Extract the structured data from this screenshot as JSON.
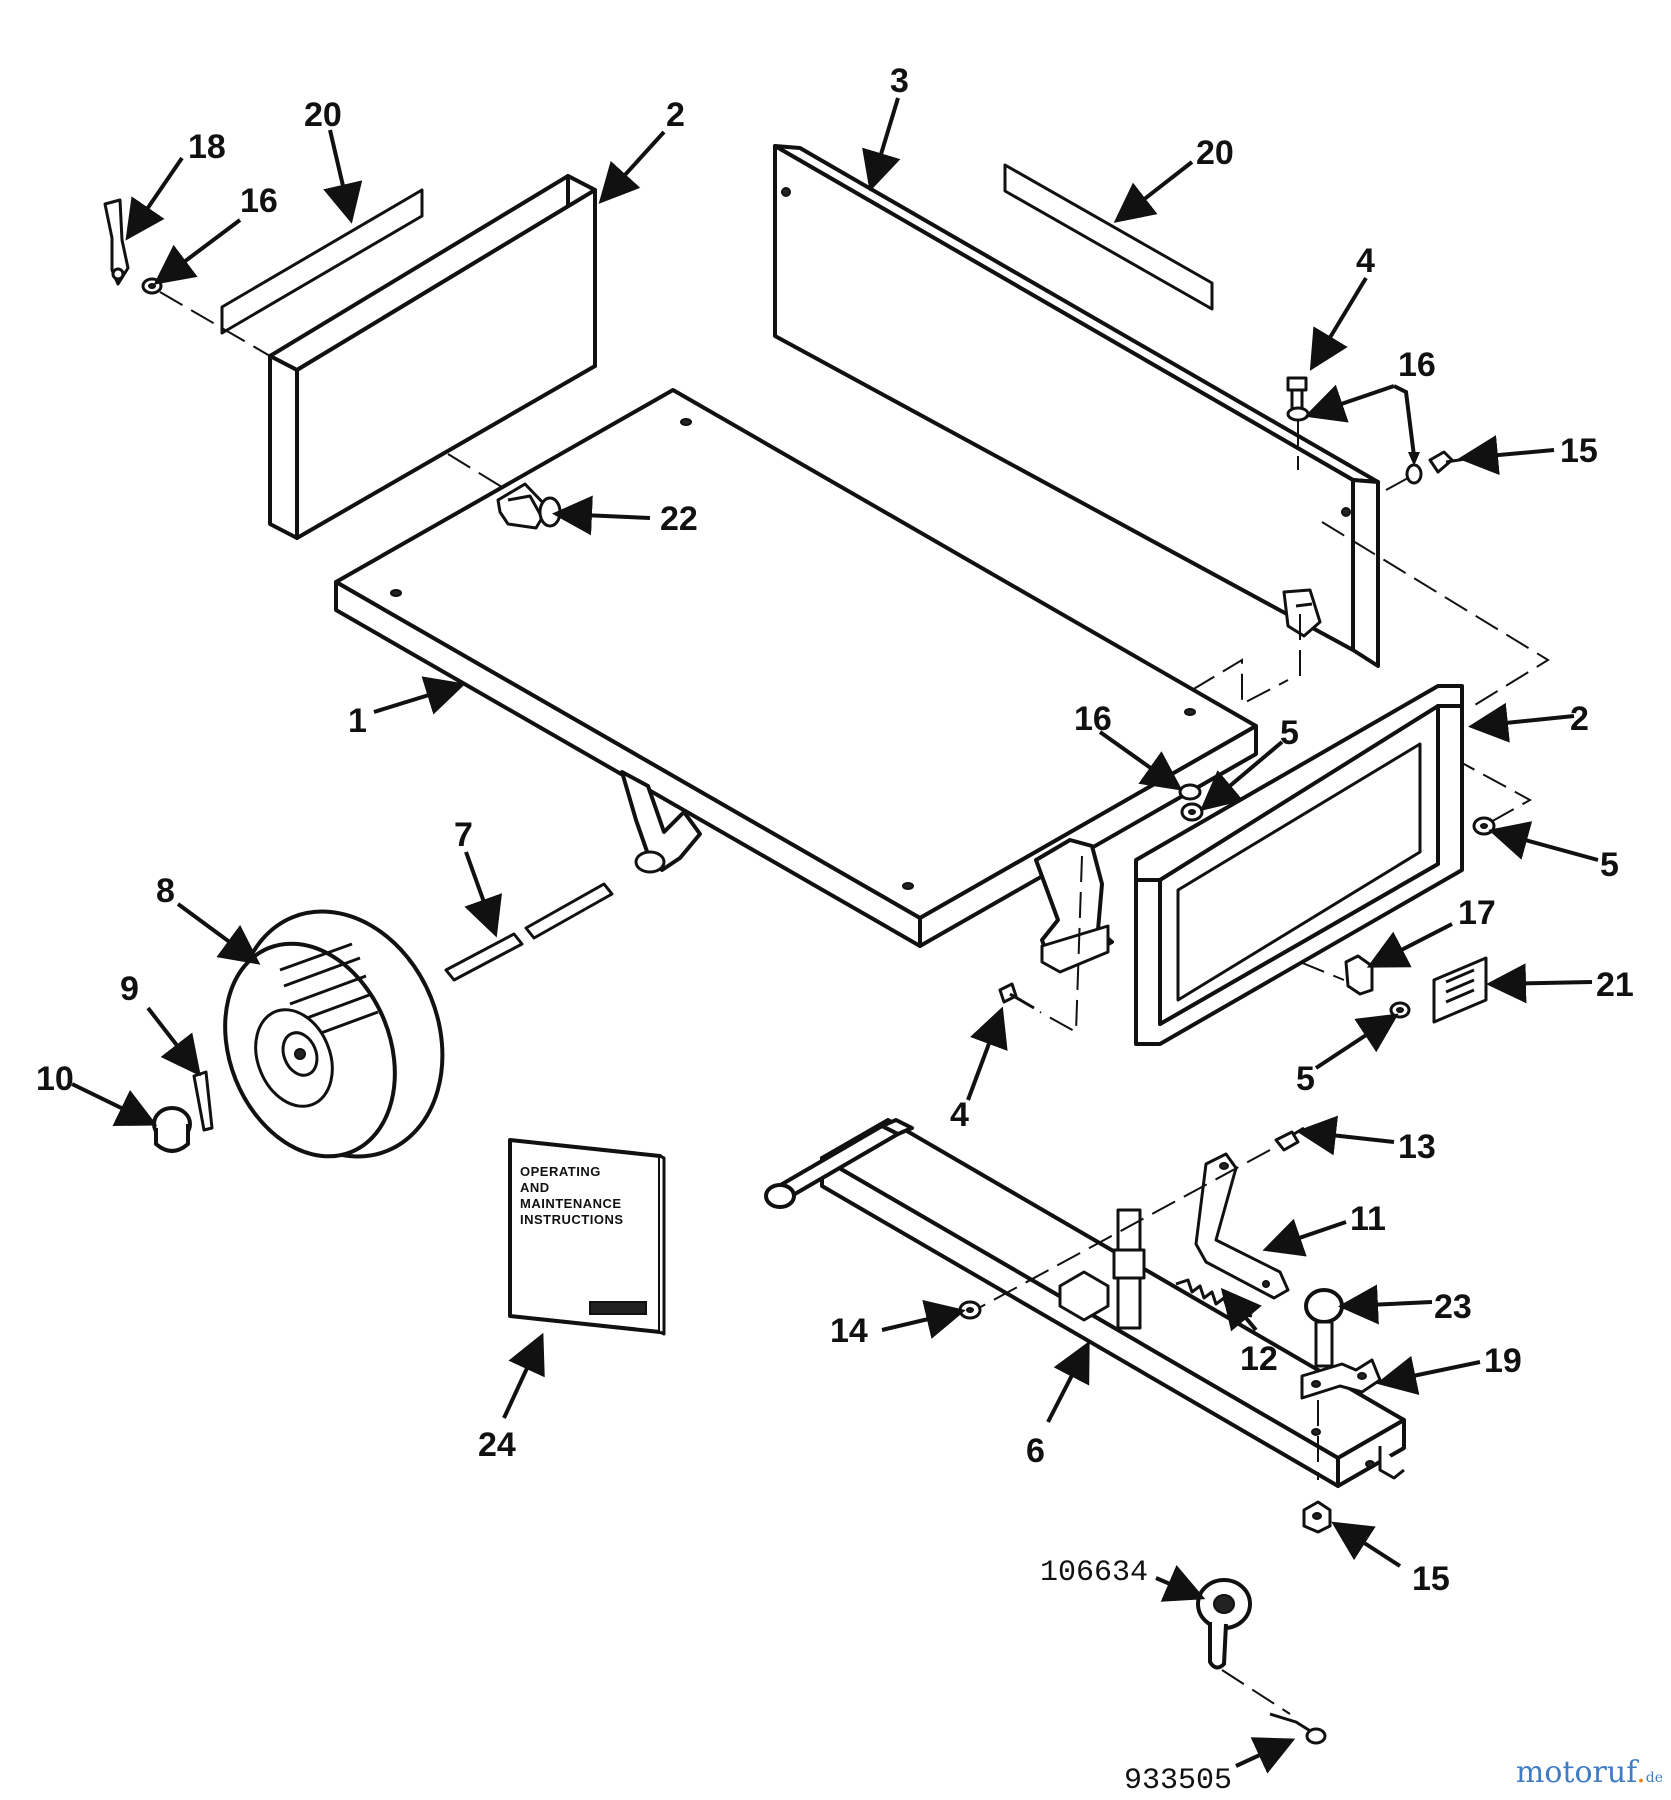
{
  "title": "Dump cart parts diagram",
  "labels": {
    "p1": "1",
    "p2a": "2",
    "p2b": "2",
    "p3": "3",
    "p4a": "4",
    "p4b": "4",
    "p5a": "5",
    "p5b": "5",
    "p5c": "5",
    "p6": "6",
    "p7": "7",
    "p8": "8",
    "p9": "9",
    "p10": "10",
    "p11": "11",
    "p12": "12",
    "p13": "13",
    "p14": "14",
    "p15a": "15",
    "p15b": "15",
    "p16a": "16",
    "p16b": "16",
    "p16c": "16",
    "p17": "17",
    "p18": "18",
    "p19": "19",
    "p20a": "20",
    "p20b": "20",
    "p21": "21",
    "p22": "22",
    "p23": "23",
    "p24": "24",
    "pin_number": "106634",
    "clip_number": "933505"
  },
  "manual": {
    "line1": "OPERATING",
    "line2": "AND",
    "line3": "MAINTENANCE",
    "line4": "INSTRUCTIONS"
  },
  "watermark": {
    "main": "motoruf",
    "dot": ".",
    "tld": "de"
  }
}
